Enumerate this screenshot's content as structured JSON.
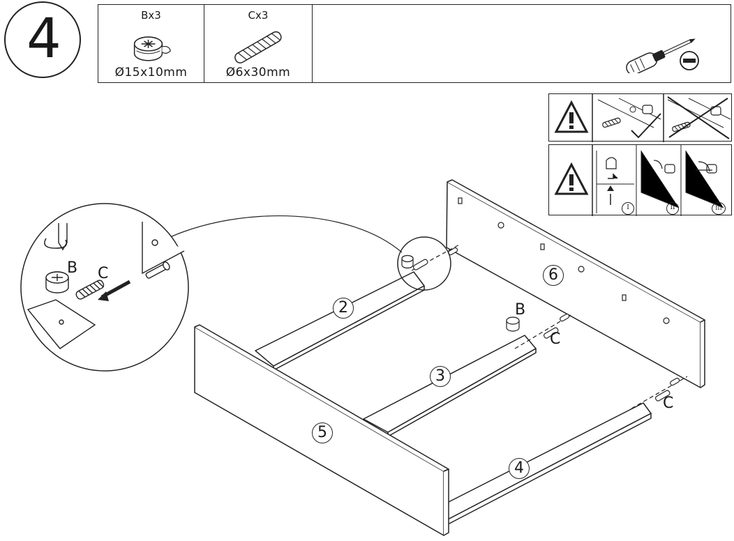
{
  "step": {
    "number": "4"
  },
  "parts": [
    {
      "qty": "Bx3",
      "size": "Ø15x10mm",
      "icon": "cam-lock-icon"
    },
    {
      "qty": "Cx3",
      "size": "Ø6x30mm",
      "icon": "dowel-icon"
    }
  ],
  "tool": {
    "icon": "screwdriver-icon",
    "type_icon": "flathead-icon"
  },
  "warnings": {
    "top": {
      "icon": "warning-triangle-icon",
      "correct": "check-mark-icon",
      "wrong": "cross-out-icon"
    },
    "bottom": {
      "steps": [
        "I",
        "II",
        "III"
      ]
    }
  },
  "panels": [
    "2",
    "3",
    "4",
    "5",
    "6"
  ],
  "labels": {
    "cam": "B",
    "dowel": "C"
  },
  "colors": {
    "line": "#222222",
    "background": "#ffffff"
  }
}
